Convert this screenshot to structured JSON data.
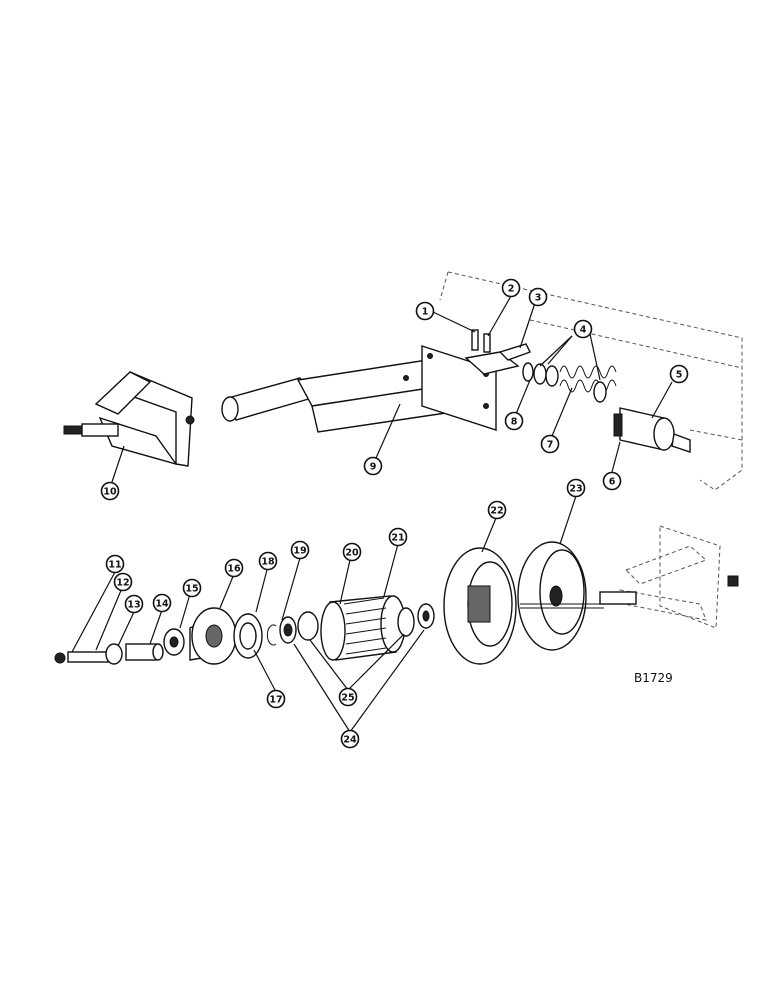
{
  "drawing": {
    "reference_code": "B1729"
  },
  "callouts": {
    "c1": "1",
    "c2": "2",
    "c3": "3",
    "c4": "4",
    "c5": "5",
    "c6": "6",
    "c7": "7",
    "c8": "8",
    "c9": "9",
    "c10": "10",
    "c11": "11",
    "c12": "12",
    "c13": "13",
    "c14": "14",
    "c15": "15",
    "c16": "16",
    "c17": "17",
    "c18": "18",
    "c19": "19",
    "c20": "20",
    "c21": "21",
    "c22": "22",
    "c23": "23",
    "c24": "24",
    "c25": "25"
  }
}
